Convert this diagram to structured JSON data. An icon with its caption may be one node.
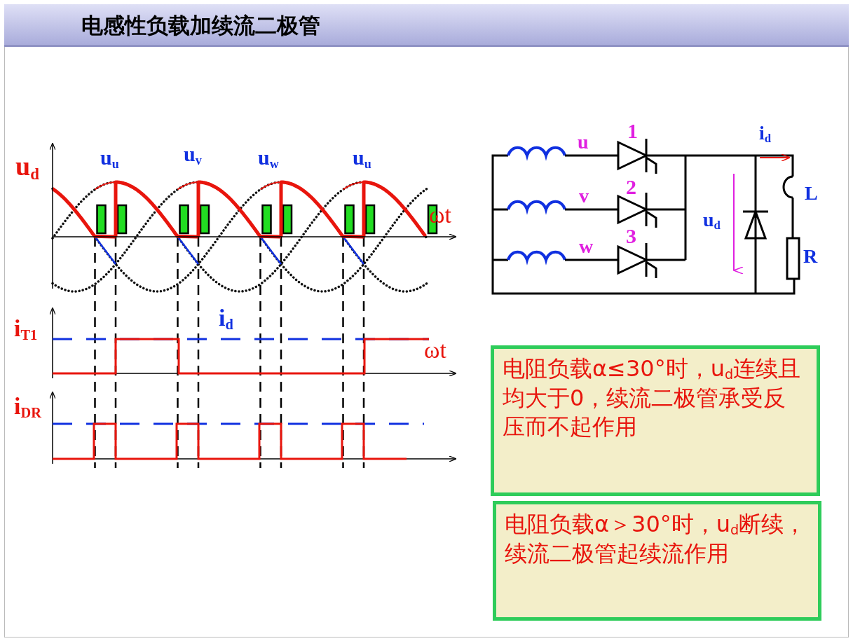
{
  "diagram": {
    "title": "电感性负载加续流二极管",
    "nodes": [
      {
        "text": [
          "电阻负载α≤30°时，u$_{d}$连续且均大于0，续流二极管承受反压而不起作用"
        ]
      },
      {
        "text": [
          "电阻负载α＞30°时，u$_{d}$断续，续流二极管起续流作用"
        ]
      }
    ],
    "labels": [
      "u$_{d}$",
      "u$_{u}$",
      "u$_{v}$",
      "u$_{w}$",
      "u$_{u}$",
      "ωt",
      "i$_{d}$",
      "i$_{T1}$",
      "ωt",
      "i$_{DR}$",
      "1",
      "u",
      "i$_{d}$",
      "2",
      "v",
      "L",
      "u$_{d}$",
      "3",
      "w",
      "R"
    ]
  }
}
